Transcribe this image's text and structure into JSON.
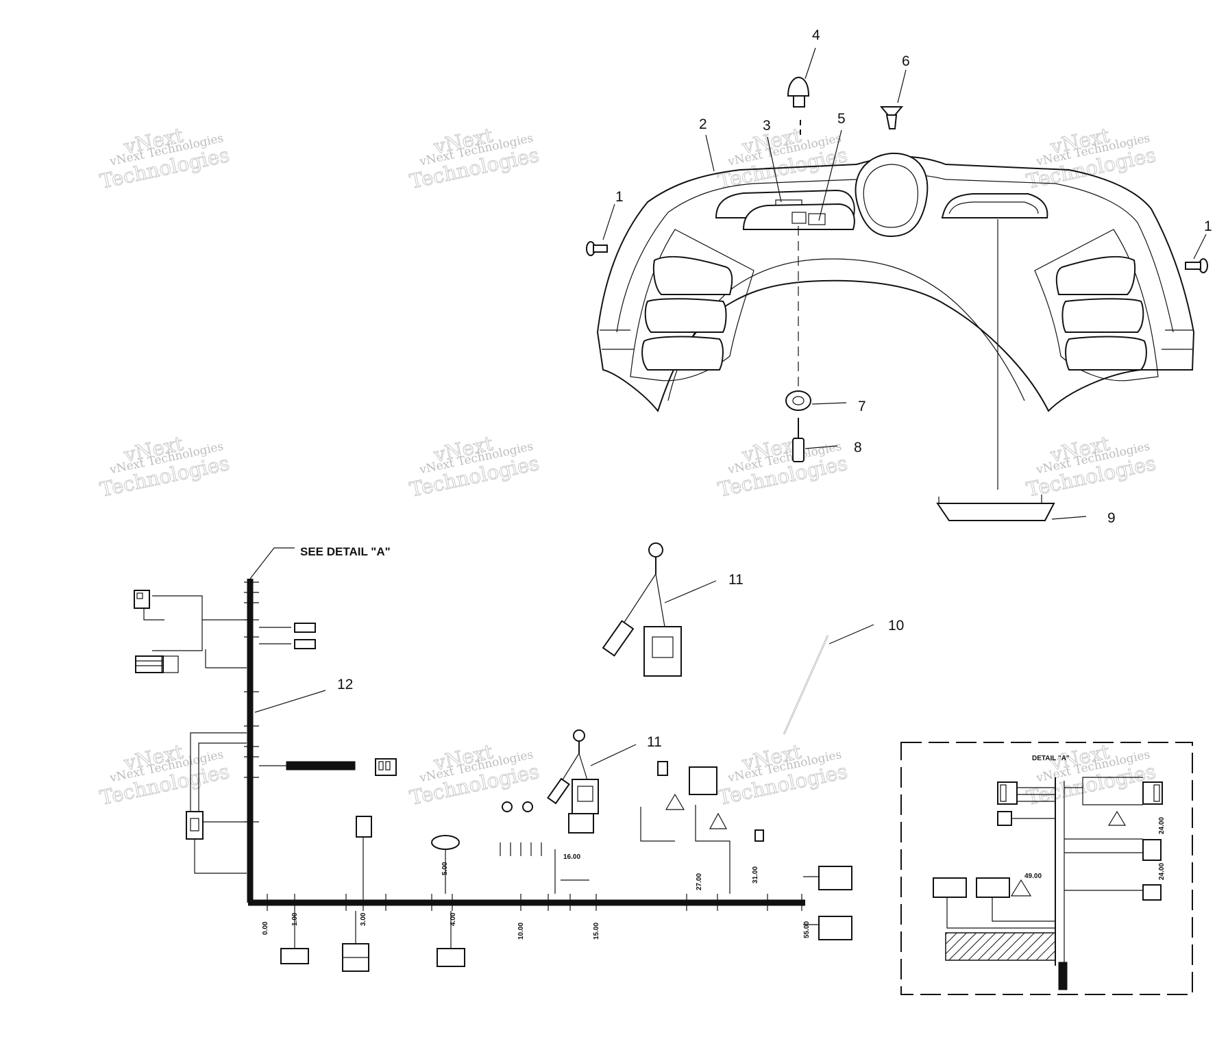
{
  "diagram": {
    "callouts": [
      "1",
      "1",
      "2",
      "3",
      "4",
      "5",
      "6",
      "7",
      "8",
      "9",
      "10",
      "11",
      "11",
      "12"
    ],
    "see_detail_label": "SEE DETAIL \"A\"",
    "detail_title": "DETAIL \"A\"",
    "harness_dims": [
      "0.00",
      "1.00",
      "3.00",
      "4.00",
      "5.00",
      "10.00",
      "15.00",
      "16.00",
      "27.00",
      "31.00",
      "55.00",
      "49.00",
      "24.00",
      "24.00"
    ],
    "watermark": {
      "line1": "vNext Technologies",
      "line2": "Technologies",
      "top": "vNext"
    },
    "colors": {
      "line": "#111111",
      "watermark": "#bdbdbd",
      "background": "#ffffff"
    }
  }
}
